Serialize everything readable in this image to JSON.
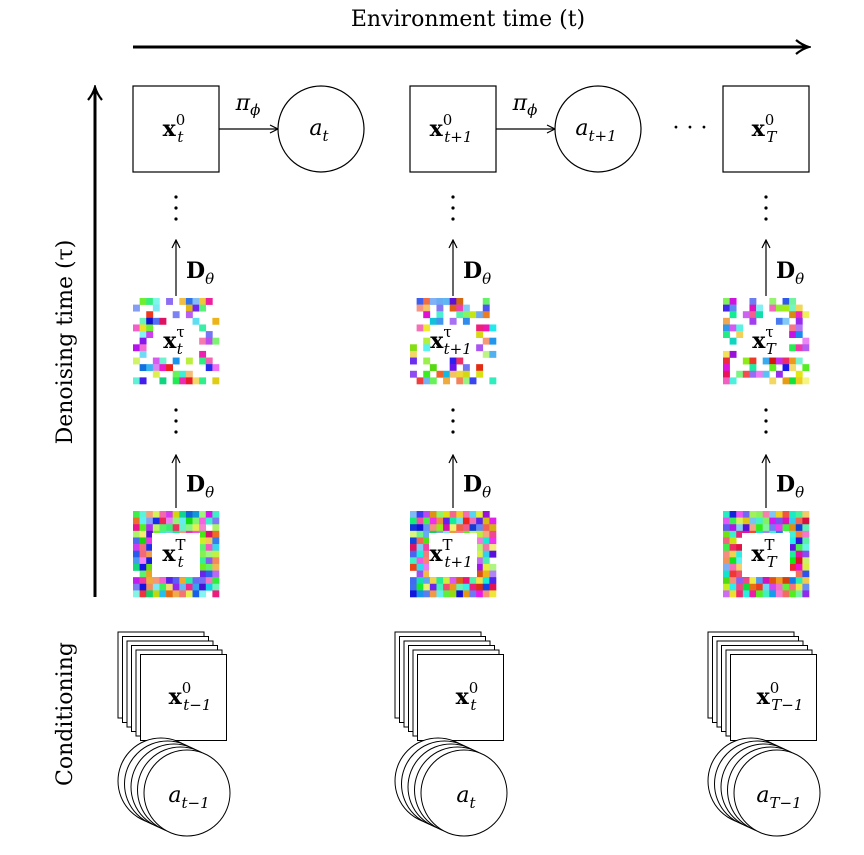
{
  "axes": {
    "environment_time_label": "Environment time (t)",
    "denoising_time_label": "Denoising time (τ)",
    "conditioning_label": "Conditioning"
  },
  "policy_label": "π",
  "policy_sub": "ϕ",
  "denoiser_label": "D",
  "denoiser_sub": "θ",
  "ellipsis_h": "· · ·",
  "ellipsis_v": "⋮",
  "columns": [
    {
      "clean_state": {
        "base": "x",
        "sub": "t",
        "sup": "0"
      },
      "action": {
        "base": "a",
        "sub": "t"
      },
      "mid_state": {
        "base": "x",
        "sub": "t",
        "sup": "τ"
      },
      "noisy_state": {
        "base": "x",
        "sub": "t",
        "sup": "T"
      },
      "cond_state": {
        "base": "x",
        "sub": "t−1",
        "sup": "0"
      },
      "cond_action": {
        "base": "a",
        "sub": "t−1"
      }
    },
    {
      "clean_state": {
        "base": "x",
        "sub": "t+1",
        "sup": "0"
      },
      "action": {
        "base": "a",
        "sub": "t+1"
      },
      "mid_state": {
        "base": "x",
        "sub": "t+1",
        "sup": "τ"
      },
      "noisy_state": {
        "base": "x",
        "sub": "t+1",
        "sup": "T"
      },
      "cond_state": {
        "base": "x",
        "sub": "t",
        "sup": "0"
      },
      "cond_action": {
        "base": "a",
        "sub": "t"
      }
    },
    {
      "clean_state": {
        "base": "x",
        "sub": "T",
        "sup": "0"
      },
      "mid_state": {
        "base": "x",
        "sub": "T",
        "sup": "τ"
      },
      "noisy_state": {
        "base": "x",
        "sub": "T",
        "sup": "T"
      },
      "cond_state": {
        "base": "x",
        "sub": "T−1",
        "sup": "0"
      },
      "cond_action": {
        "base": "a",
        "sub": "T−1"
      }
    }
  ]
}
